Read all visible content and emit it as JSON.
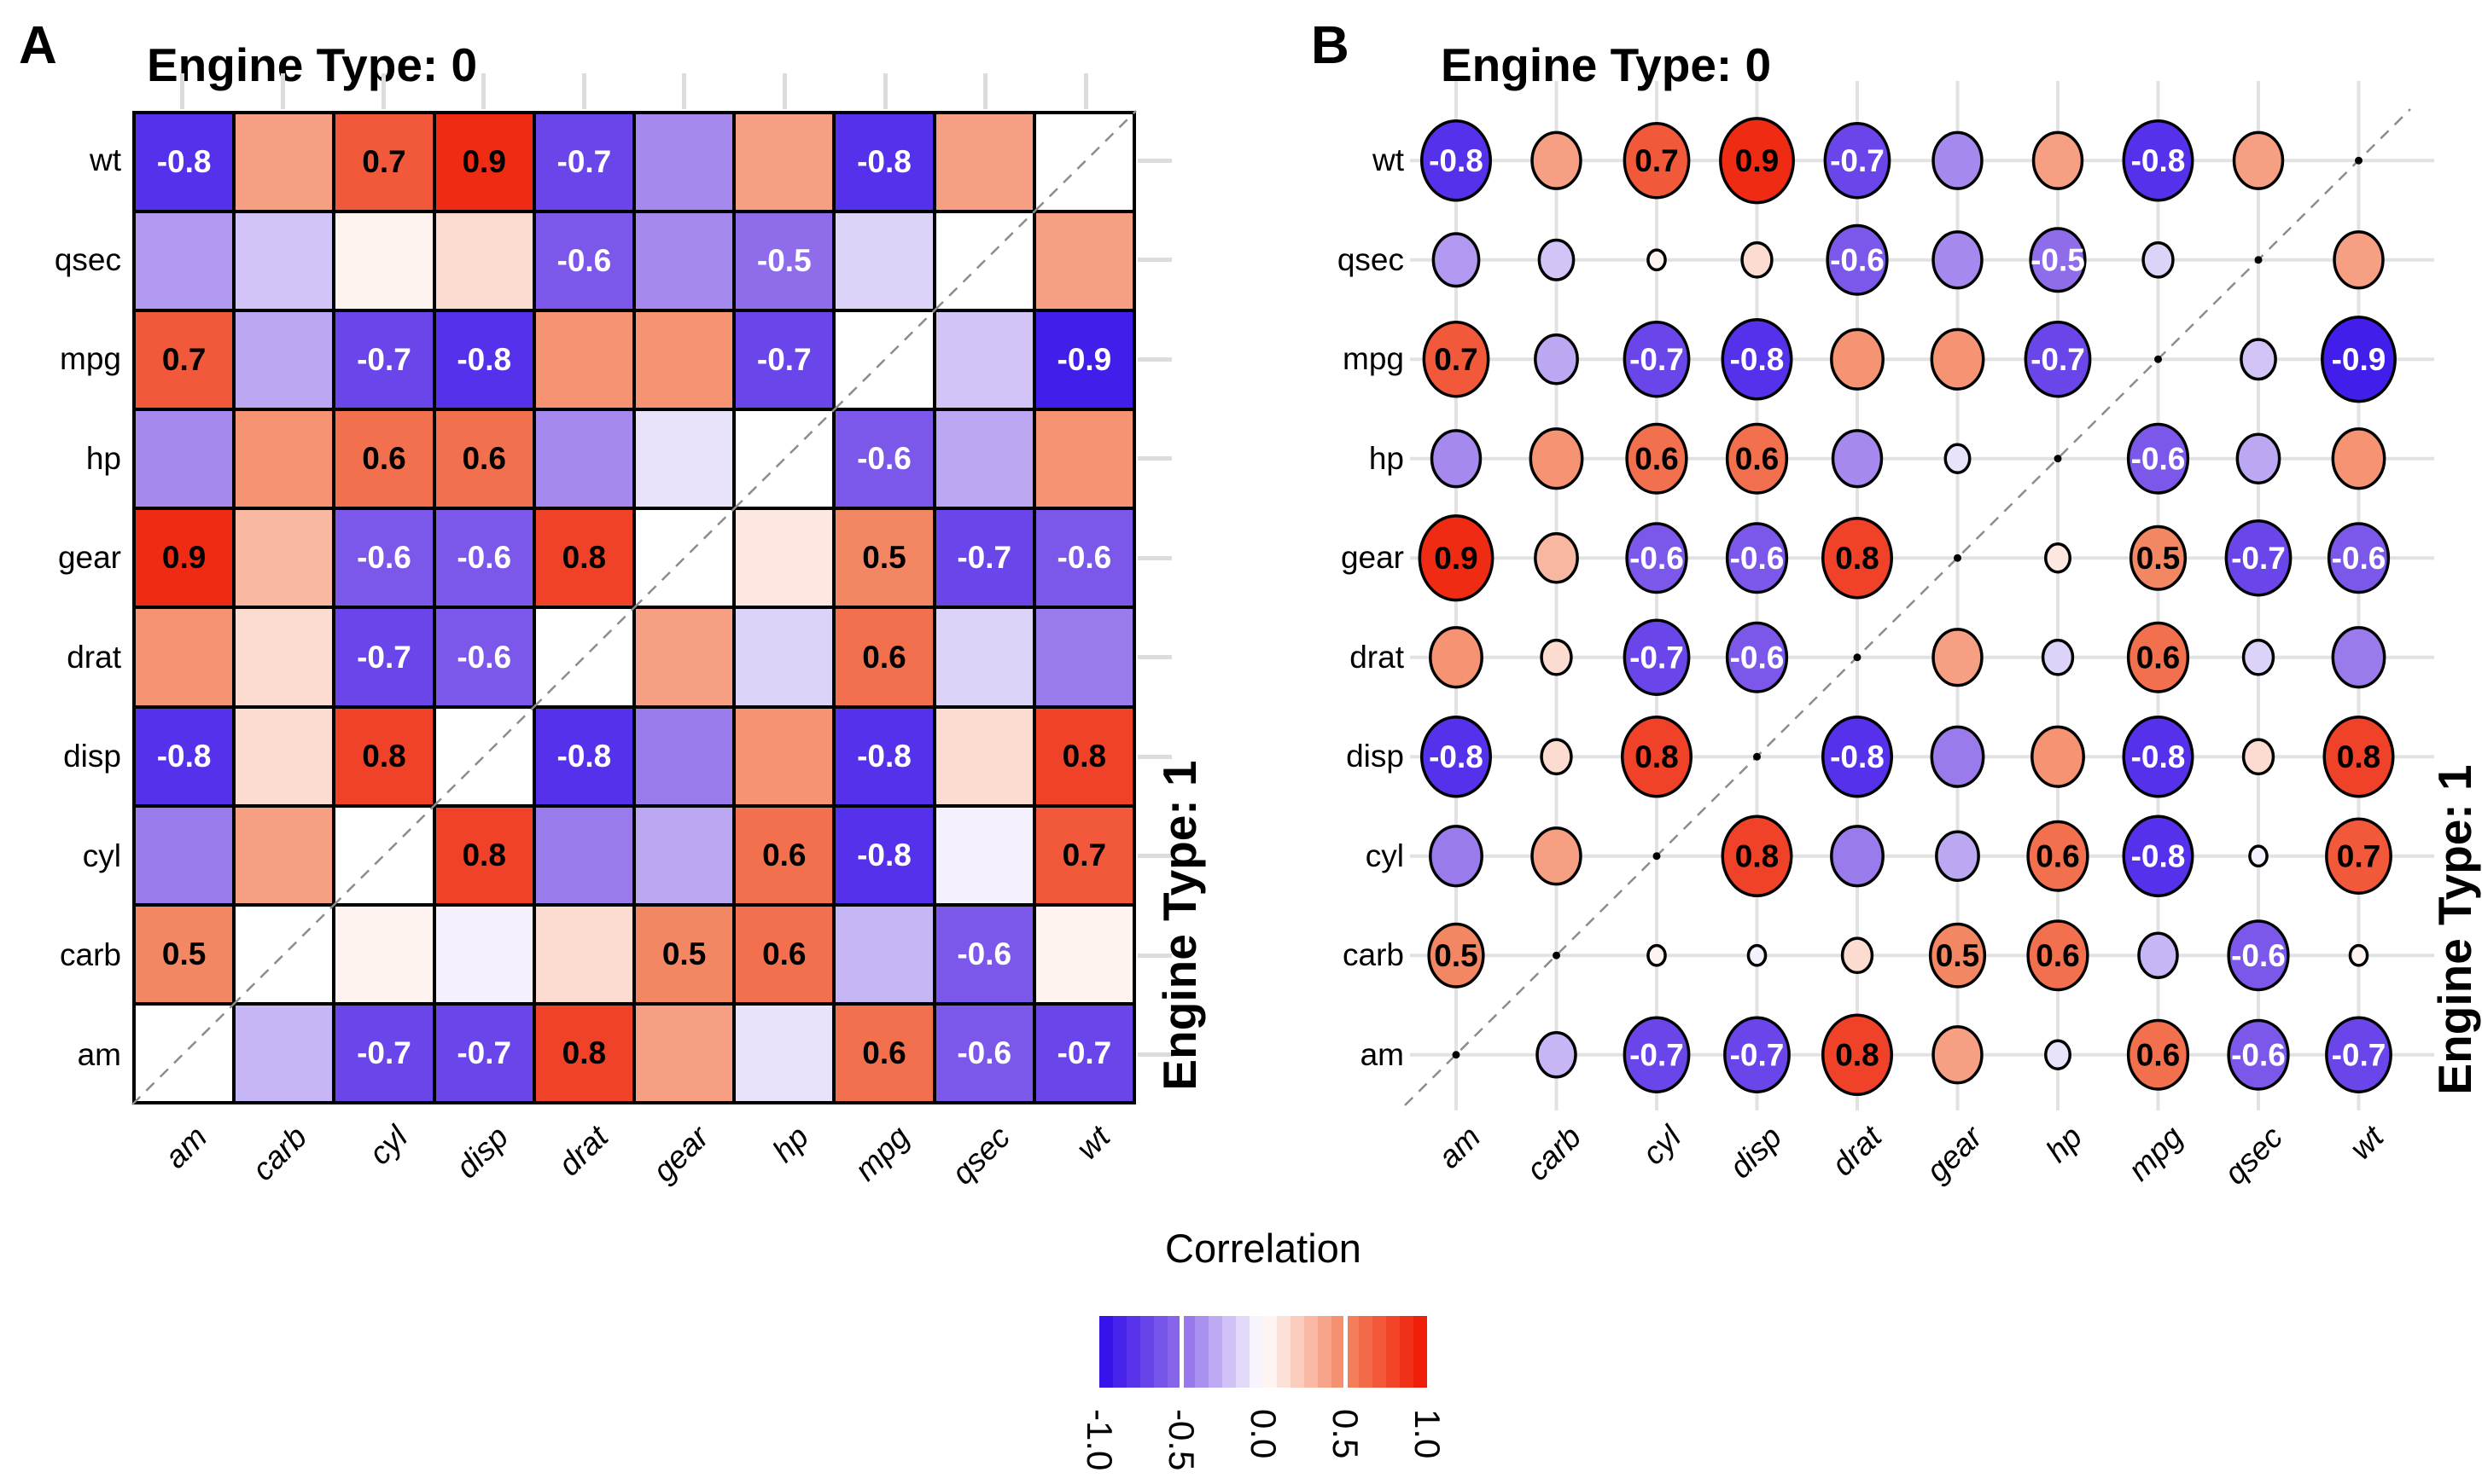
{
  "figure": {
    "panel_a": {
      "badge": "A",
      "title": "Engine Type: 0",
      "right_title": "Engine Type: 1"
    },
    "panel_b": {
      "badge": "B",
      "title": "Engine Type: 0",
      "right_title": "Engine Type: 1"
    },
    "legend": {
      "title": "Correlation",
      "ticks": [
        "-1.0",
        "-0.5",
        "0.0",
        "0.5",
        "1.0"
      ]
    }
  },
  "colors": {
    "colormap_stops": [
      [
        -1,
        "#300AEB"
      ],
      [
        -0.5,
        "#8F6CEA"
      ],
      [
        0,
        "#FFFFFF"
      ],
      [
        0.5,
        "#F48763"
      ],
      [
        1,
        "#EE1400"
      ]
    ],
    "gridline": "#E2E2E2",
    "axis_tick": "#DCDCDC",
    "cell_border": "#000000",
    "diagonal_dash": "#8C8C8C",
    "negative_label_text": "#FFFFFF",
    "positive_label_text": "#000000"
  },
  "chart_data": [
    {
      "type": "heatmap",
      "panel": "A",
      "title": "Engine Type: 0",
      "right_facet_label": "Engine Type: 1",
      "upper_left_triangle_group": "Engine Type: 0",
      "lower_right_triangle_group": "Engine Type: 1",
      "x_categories": [
        "am",
        "carb",
        "cyl",
        "disp",
        "drat",
        "gear",
        "hp",
        "mpg",
        "qsec",
        "wt"
      ],
      "y_categories_top_to_bottom": [
        "wt",
        "qsec",
        "mpg",
        "hp",
        "gear",
        "drat",
        "disp",
        "cyl",
        "carb",
        "am"
      ],
      "value_labels_shown_when_abs_ge": 0.5,
      "diagonal": "blank cells crossed by dashed identity line",
      "values_rows_top_to_bottom": [
        [
          -0.8,
          0.4,
          0.7,
          0.9,
          -0.7,
          -0.4,
          0.4,
          -0.8,
          0.4,
          null
        ],
        [
          -0.35,
          -0.2,
          0.05,
          0.15,
          -0.6,
          -0.4,
          -0.5,
          -0.15,
          null,
          0.4
        ],
        [
          0.7,
          -0.3,
          -0.7,
          -0.8,
          0.45,
          0.45,
          -0.7,
          null,
          -0.2,
          -0.9
        ],
        [
          -0.4,
          0.45,
          0.6,
          0.6,
          -0.4,
          -0.1,
          null,
          -0.6,
          -0.3,
          0.45
        ],
        [
          0.9,
          0.3,
          -0.6,
          -0.6,
          0.8,
          null,
          0.1,
          0.5,
          -0.7,
          -0.6
        ],
        [
          0.45,
          0.15,
          -0.7,
          -0.6,
          null,
          0.4,
          -0.15,
          0.6,
          -0.15,
          -0.45
        ],
        [
          -0.8,
          0.15,
          0.8,
          null,
          -0.8,
          -0.45,
          0.45,
          -0.8,
          0.15,
          0.8
        ],
        [
          -0.45,
          0.4,
          null,
          0.8,
          -0.45,
          -0.3,
          0.6,
          -0.8,
          -0.05,
          0.7
        ],
        [
          0.5,
          null,
          0.05,
          -0.05,
          0.15,
          0.5,
          0.6,
          -0.25,
          -0.6,
          0.05
        ],
        [
          null,
          -0.25,
          -0.7,
          -0.7,
          0.8,
          0.4,
          -0.1,
          0.6,
          -0.6,
          -0.7
        ]
      ]
    },
    {
      "type": "scatter",
      "mark": "circle",
      "size_encoding": "circle area proportional to |correlation|",
      "panel": "B",
      "title": "Engine Type: 0",
      "right_facet_label": "Engine Type: 1",
      "upper_left_triangle_group": "Engine Type: 0",
      "lower_right_triangle_group": "Engine Type: 1",
      "x_categories": [
        "am",
        "carb",
        "cyl",
        "disp",
        "drat",
        "gear",
        "hp",
        "mpg",
        "qsec",
        "wt"
      ],
      "y_categories_top_to_bottom": [
        "wt",
        "qsec",
        "mpg",
        "hp",
        "gear",
        "drat",
        "disp",
        "cyl",
        "carb",
        "am"
      ],
      "value_labels_shown_when_abs_ge": 0.5,
      "diagonal": "small black dots on dashed identity line",
      "values_rows_top_to_bottom": [
        [
          -0.8,
          0.4,
          0.7,
          0.9,
          -0.7,
          -0.4,
          0.4,
          -0.8,
          0.4,
          null
        ],
        [
          -0.35,
          -0.2,
          0.05,
          0.15,
          -0.6,
          -0.4,
          -0.5,
          -0.15,
          null,
          0.4
        ],
        [
          0.7,
          -0.3,
          -0.7,
          -0.8,
          0.45,
          0.45,
          -0.7,
          null,
          -0.2,
          -0.9
        ],
        [
          -0.4,
          0.45,
          0.6,
          0.6,
          -0.4,
          -0.1,
          null,
          -0.6,
          -0.3,
          0.45
        ],
        [
          0.9,
          0.3,
          -0.6,
          -0.6,
          0.8,
          null,
          0.1,
          0.5,
          -0.7,
          -0.6
        ],
        [
          0.45,
          0.15,
          -0.7,
          -0.6,
          null,
          0.4,
          -0.15,
          0.6,
          -0.15,
          -0.45
        ],
        [
          -0.8,
          0.15,
          0.8,
          null,
          -0.8,
          -0.45,
          0.45,
          -0.8,
          0.15,
          0.8
        ],
        [
          -0.45,
          0.4,
          null,
          0.8,
          -0.45,
          -0.3,
          0.6,
          -0.8,
          -0.05,
          0.7
        ],
        [
          0.5,
          null,
          0.05,
          -0.05,
          0.15,
          0.5,
          0.6,
          -0.25,
          -0.6,
          0.05
        ],
        [
          null,
          -0.25,
          -0.7,
          -0.7,
          0.8,
          0.4,
          -0.1,
          0.6,
          -0.6,
          -0.7
        ]
      ]
    }
  ],
  "legend_scale": {
    "min": -1.0,
    "max": 1.0,
    "steps": 24
  }
}
